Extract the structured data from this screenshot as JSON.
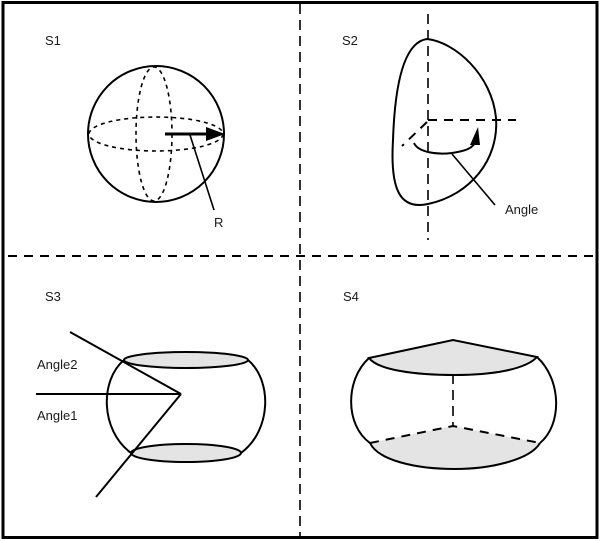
{
  "panels": {
    "s1": {
      "title": "S1",
      "radius_label": "R",
      "shape": "sphere"
    },
    "s2": {
      "title": "S2",
      "angle_label": "Angle",
      "shape": "spherical wedge (sector of revolution)"
    },
    "s3": {
      "title": "S3",
      "angle2_label": "Angle2",
      "angle1_label": "Angle1",
      "shape": "spherical segment between two latitudes"
    },
    "s4": {
      "title": "S4",
      "shape": "spherical segment wedge"
    }
  },
  "colors": {
    "stroke": "#000000",
    "fill_shade": "#e4e4e4",
    "background": "#ffffff"
  }
}
